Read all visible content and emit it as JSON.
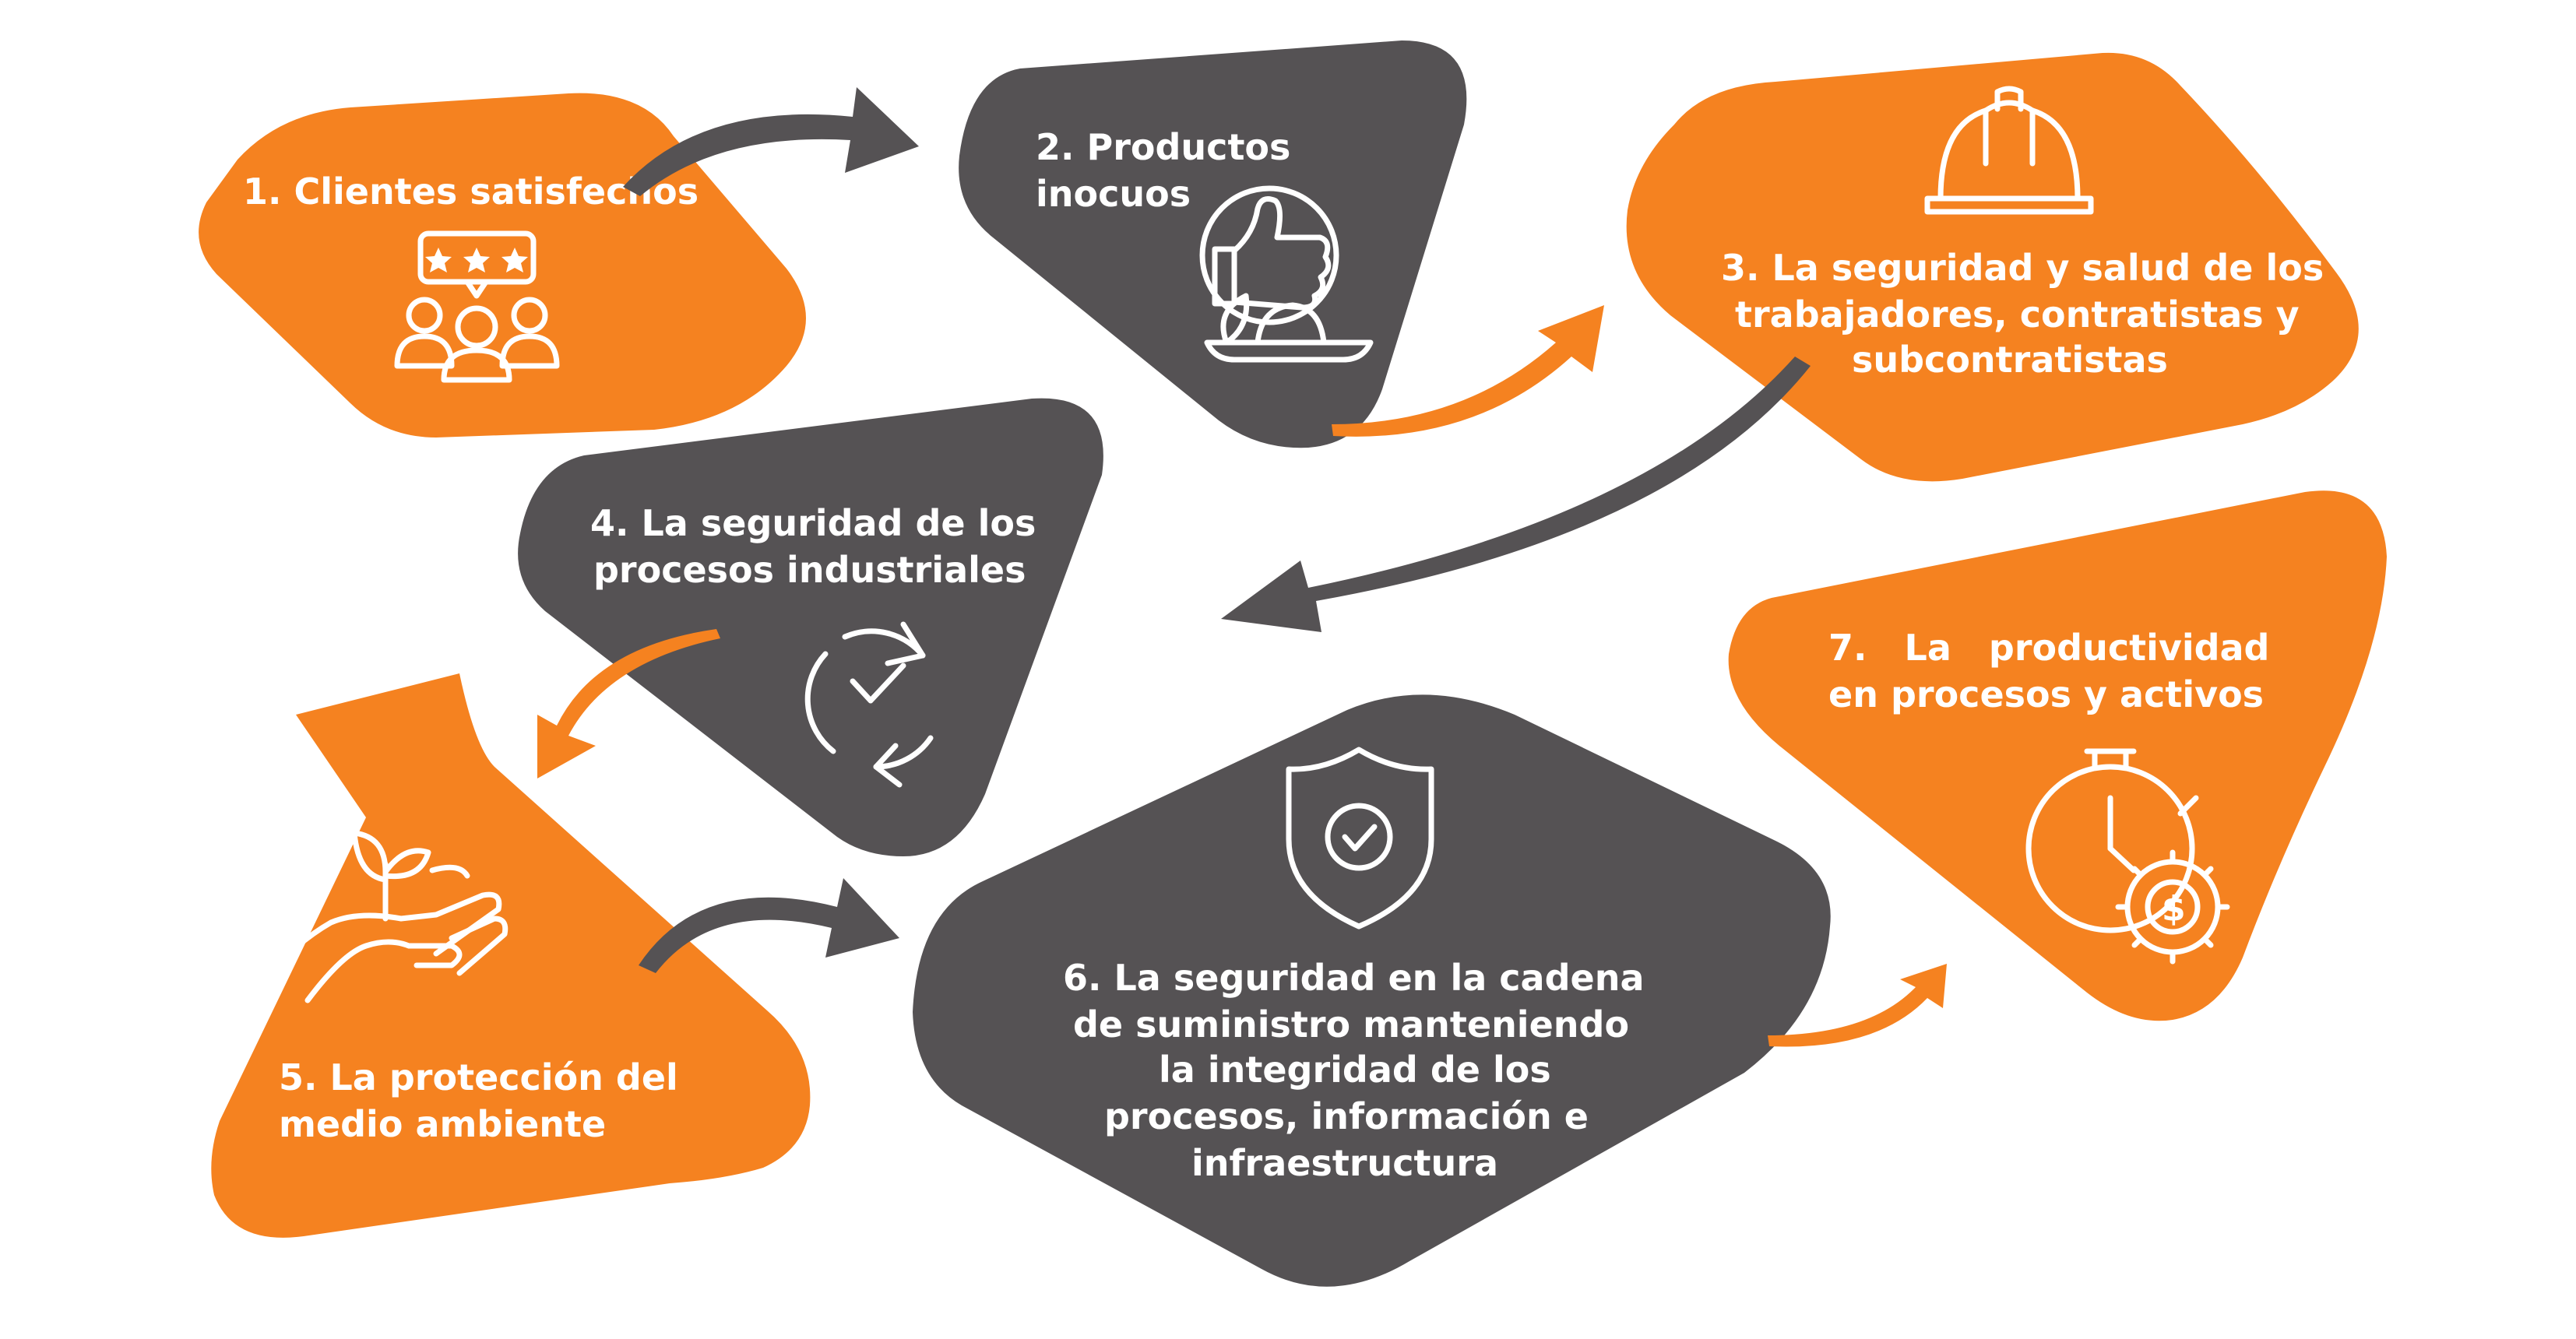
{
  "colors": {
    "accent": "#f58220",
    "dark": "#555254",
    "text": "#ffffff"
  },
  "steps": [
    {
      "lines": [
        "1. Clientes satisfechos"
      ],
      "icon": "customer-rating-icon"
    },
    {
      "lines": [
        "2. Productos",
        "inocuos"
      ],
      "icon": "thumbs-up-food-icon"
    },
    {
      "lines": [
        "3. La seguridad y salud de los",
        "trabajadores,  contratistas y",
        "subcontratistas"
      ],
      "icon": "hard-hat-icon"
    },
    {
      "lines": [
        "4. La seguridad de los",
        "procesos industriales"
      ],
      "icon": "refresh-check-icon"
    },
    {
      "lines": [
        "5. La protección del",
        "medio ambiente"
      ],
      "icon": "hand-plant-icon"
    },
    {
      "lines": [
        "6. La seguridad en la cadena",
        "de suministro manteniendo",
        "la integridad de los",
        "procesos, información e",
        "infraestructura"
      ],
      "icon": "shield-check-icon"
    },
    {
      "lines": [
        "7.   La   productividad",
        "en procesos y activos"
      ],
      "icon": "stopwatch-dollar-icon"
    }
  ]
}
